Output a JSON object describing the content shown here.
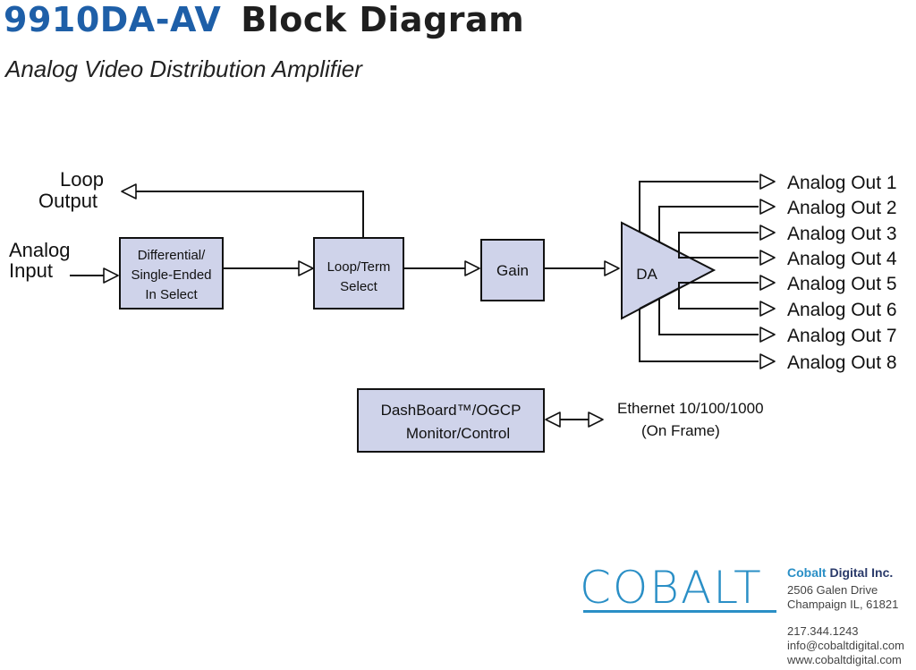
{
  "header": {
    "model": "9910DA-AV",
    "title": "Block Diagram",
    "subtitle": "Analog Video Distribution Amplifier"
  },
  "diagram": {
    "input_label": [
      "Analog",
      "Input"
    ],
    "loop_output_label": [
      "Loop",
      "Output"
    ],
    "blocks": {
      "diff_select": [
        "Differential/",
        "Single-Ended",
        "In Select"
      ],
      "loop_term": [
        "Loop/Term",
        "Select"
      ],
      "gain": "Gain",
      "da": "DA",
      "dashboard": [
        "DashBoard™/OGCP",
        "Monitor/Control"
      ]
    },
    "outputs": [
      "Analog Out 1",
      "Analog Out 2",
      "Analog Out 3",
      "Analog Out 4",
      "Analog Out 5",
      "Analog Out 6",
      "Analog Out 7",
      "Analog Out 8"
    ],
    "ethernet": [
      "Ethernet 10/100/1000",
      "(On Frame)"
    ]
  },
  "footer": {
    "logo": "COBALT",
    "company_part1": "Cobalt",
    "company_part2": " Digital Inc.",
    "address1": "2506 Galen Drive",
    "address2": "Champaign IL, 61821",
    "phone": "217.344.1243",
    "email": "info@cobaltdigital.com",
    "web": "www.cobaltdigital.com"
  },
  "colors": {
    "model": "#1e5fa8",
    "block_fill": "#cfd3ea",
    "brand": "#2a8fc6"
  }
}
